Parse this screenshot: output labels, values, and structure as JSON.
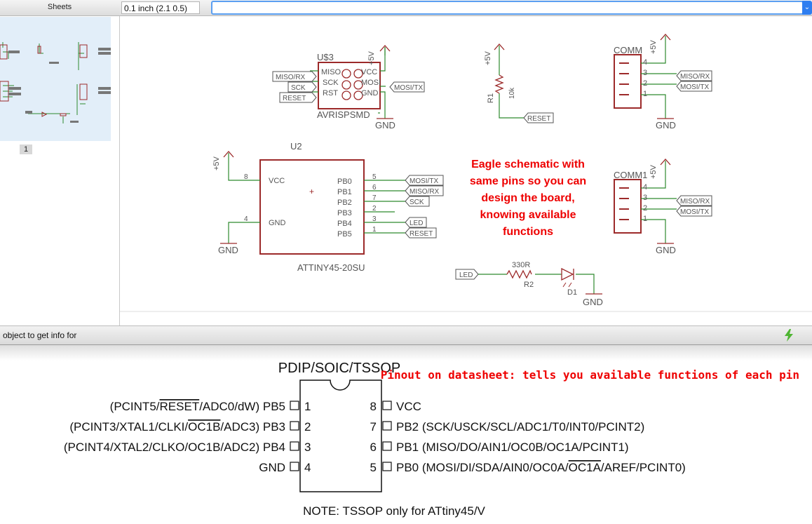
{
  "sidebar": {
    "header": "Sheets",
    "sheet_number": "1"
  },
  "toolbar": {
    "grid_value": "0.1 inch (2.1 0.5)",
    "command_value": "",
    "dropdown": "⌄"
  },
  "status": {
    "text": "object to get info for"
  },
  "schematic": {
    "annotation_lines": [
      "Eagle schematic with",
      "same pins so you can",
      "design the board,",
      "knowing available",
      "functions"
    ],
    "u3": {
      "ref": "U$3",
      "value": "AVRISPSMD",
      "pins_left": [
        "MISO",
        "SCK",
        "RST"
      ],
      "pins_right": [
        "VCC",
        "MOSI",
        "GND"
      ],
      "labels_left": [
        "MISO/RX",
        "SCK",
        "RESET"
      ],
      "label_right": "MOSI/TX",
      "supply": "+5V",
      "ground": "GND"
    },
    "u2": {
      "ref": "U2",
      "value": "ATTINY45-20SU",
      "pin_vcc": "VCC",
      "pin_gnd": "GND",
      "vcc_num": "8",
      "gnd_num": "4",
      "pins": [
        "PB0",
        "PB1",
        "PB2",
        "PB3",
        "PB4",
        "PB5"
      ],
      "pin_nums": [
        "5",
        "6",
        "7",
        "2",
        "3",
        "1"
      ],
      "net_labels": [
        "MOSI/TX",
        "MISO/RX",
        "SCK",
        "LED",
        "RESET"
      ],
      "supply": "+5V",
      "ground": "GND"
    },
    "r1": {
      "ref": "R1",
      "value": "10k",
      "label": "RESET",
      "supply": "+5V"
    },
    "comm": {
      "ref": "COMM",
      "supply": "+5V",
      "ground": "GND",
      "pins": [
        "4",
        "3",
        "2",
        "1"
      ],
      "labels": [
        "MISO/RX",
        "MOSI/TX"
      ]
    },
    "comm1": {
      "ref": "COMM1",
      "supply": "+5V",
      "ground": "GND",
      "pins": [
        "4",
        "3",
        "2",
        "1"
      ],
      "labels": [
        "MISO/RX",
        "MOSI/TX"
      ]
    },
    "led_circuit": {
      "label": "LED",
      "r_value": "330R",
      "r_ref": "R2",
      "d_ref": "D1",
      "ground": "GND"
    }
  },
  "datasheet": {
    "package": "PDIP/SOIC/TSSOP",
    "annotation": "Pinout on datasheet: tells you available functions of each pin",
    "left_pins": [
      {
        "num": "1",
        "pre": "(PCINT5/",
        "over": "RESET",
        "post": "/ADC0/dW) PB5"
      },
      {
        "num": "2",
        "pre": "(PCINT3/XTAL1/CLKI/",
        "over": "OC1B",
        "post": "/ADC3) PB3"
      },
      {
        "num": "3",
        "pre": "(PCINT4/XTAL2/CLKO/OC1B/ADC2) PB4",
        "over": "",
        "post": ""
      },
      {
        "num": "4",
        "pre": "GND",
        "over": "",
        "post": ""
      }
    ],
    "right_pins": [
      {
        "num": "8",
        "pre": "VCC",
        "over": "",
        "post": ""
      },
      {
        "num": "7",
        "pre": "PB2 (SCK/USCK/SCL/ADC1/T0/INT0/PCINT2)",
        "over": "",
        "post": ""
      },
      {
        "num": "6",
        "pre": "PB1 (MISO/DO/AIN1/OC0B/OC1A/PCINT1)",
        "over": "",
        "post": ""
      },
      {
        "num": "5",
        "pre": "PB0 (MOSI/DI/SDA/AIN0/OC0A/",
        "over": "OC1A",
        "post": "/AREF/PCINT0)"
      }
    ],
    "note": "NOTE: TSSOP only for ATtiny45/V"
  },
  "colors": {
    "wire": "#2e8a2e",
    "symbol": "#9c2a2a",
    "text": "#555555",
    "annotation": "#ee0000",
    "selection": "#5b9ff1"
  }
}
